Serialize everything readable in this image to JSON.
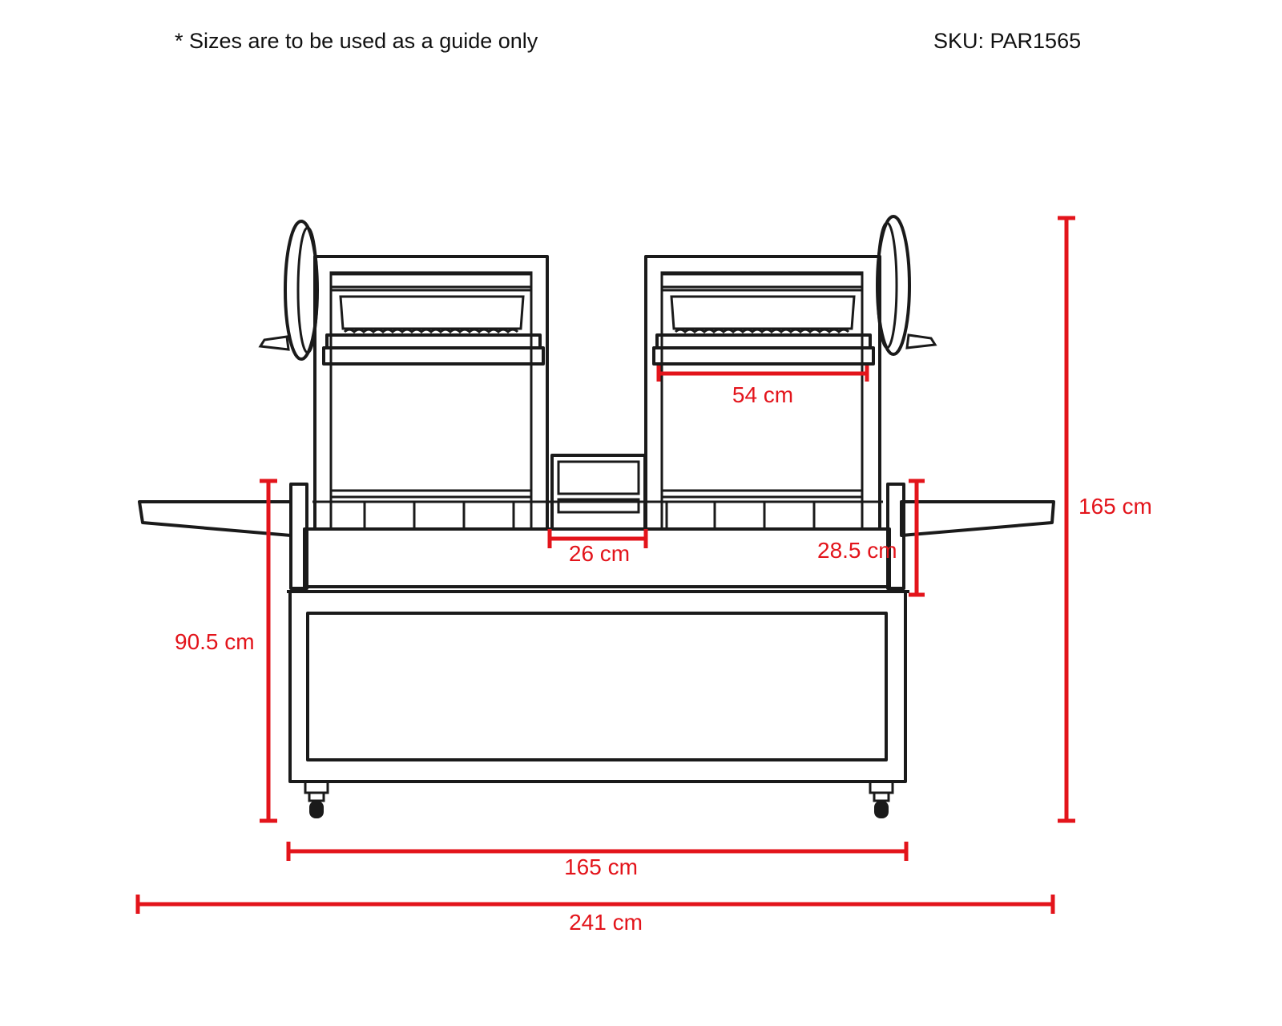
{
  "header": {
    "note": "* Sizes are to be used as a guide only",
    "sku": "SKU: PAR1565"
  },
  "dimensions": {
    "grill_width": "54 cm",
    "center_gap": "26 cm",
    "tray_height": "28.5 cm",
    "counter_height": "90.5 cm",
    "total_height": "165 cm",
    "body_width": "165 cm",
    "total_width": "241 cm"
  },
  "colors": {
    "dimension": "#e3141b",
    "outline": "#1a1a1a"
  }
}
